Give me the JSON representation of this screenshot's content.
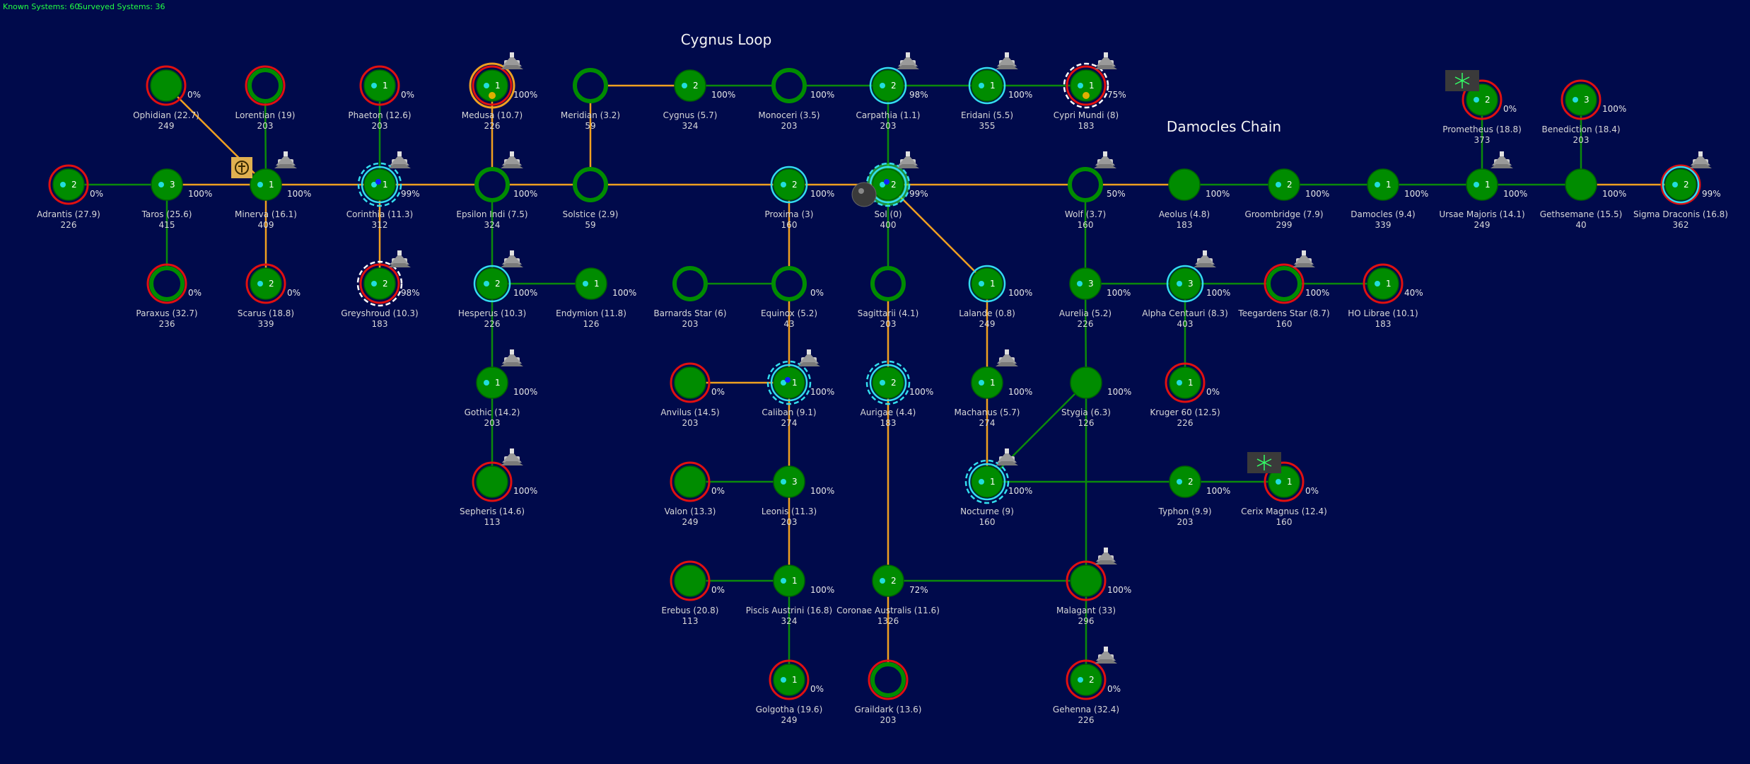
{
  "hud": {
    "known_label": "Known Systems: 60",
    "surveyed_label": "Surveyed Systems: 36"
  },
  "regions": [
    {
      "id": "cygnus-loop",
      "label": "Cygnus Loop"
    },
    {
      "id": "damocles-chain",
      "label": "Damocles Chain"
    }
  ],
  "colors": {
    "background": "#000a4b",
    "planet": "#008c00",
    "planet_rim": "#006400",
    "ring_hostile": "#e01010",
    "ring_friendly": "#33ddee",
    "ring_owned": "#f0a020",
    "lane_green": "#0b8a0b",
    "lane_orange": "#f0a020",
    "fleet_dot": "#22dddd"
  },
  "icons": {
    "fleet": "starship-icon",
    "station": "station-icon",
    "facility": "facility-icon",
    "home": "homeworld-icon"
  },
  "systems": [
    {
      "id": "adrantis",
      "label": "Adrantis  (27.9)",
      "pop": "226",
      "count": "2",
      "pct": "0%",
      "ring": "red"
    },
    {
      "id": "taros",
      "label": "Taros  (25.6)",
      "pop": "415",
      "count": "3",
      "pct": "100%"
    },
    {
      "id": "minerva",
      "label": "Minerva  (16.1)",
      "pop": "409",
      "count": "1",
      "pct": "100%",
      "fleet": true
    },
    {
      "id": "corinthia",
      "label": "Corinthia  (11.3)",
      "pop": "312",
      "count": "1",
      "pct": "99%",
      "ring": "dashcyan",
      "fleet": true,
      "bluedot": true
    },
    {
      "id": "epsilon-indi",
      "label": "Epsilon Indi  (7.5)",
      "pop": "324",
      "pct": "100%",
      "hollow": true,
      "fleet": true
    },
    {
      "id": "solstice",
      "label": "Solstice  (2.9)",
      "pop": "59",
      "hollow": true
    },
    {
      "id": "proxima",
      "label": "Proxima  (3)",
      "pop": "160",
      "count": "2",
      "pct": "100%",
      "ring": "cyan"
    },
    {
      "id": "sol",
      "label": "Sol  (0)",
      "pop": "400",
      "count": "2",
      "pct": "99%",
      "ring": "dashcyan",
      "fleet": true,
      "home": true,
      "bluedot": true
    },
    {
      "id": "wolf",
      "label": "Wolf  (3.7)",
      "pop": "160",
      "pct": "50%",
      "hollow": true,
      "fleet": true
    },
    {
      "id": "aeolus",
      "label": "Aeolus  (4.8)",
      "pop": "183",
      "pct": "100%"
    },
    {
      "id": "groombridge",
      "label": "Groombridge  (7.9)",
      "pop": "299",
      "count": "2",
      "pct": "100%"
    },
    {
      "id": "damocles",
      "label": "Damocles  (9.4)",
      "pop": "339",
      "count": "1",
      "pct": "100%"
    },
    {
      "id": "ursae-majoris",
      "label": "Ursae Majoris  (14.1)",
      "pop": "249",
      "count": "1",
      "pct": "100%",
      "fleet": true
    },
    {
      "id": "gethsemane",
      "label": "Gethsemane  (15.5)",
      "pop": "40",
      "pct": "100%"
    },
    {
      "id": "sigma-draconis",
      "label": "Sigma Draconis  (16.8)",
      "pop": "362",
      "count": "2",
      "pct": "99%",
      "ring": "redcyan",
      "fleet": true
    },
    {
      "id": "ophidian",
      "label": "Ophidian  (22.7)",
      "pop": "249",
      "pct": "0%",
      "ring": "red"
    },
    {
      "id": "lorentian",
      "label": "Lorentian  (19)",
      "pop": "203",
      "ring": "red",
      "hollow": true
    },
    {
      "id": "phaeton",
      "label": "Phaeton  (12.6)",
      "pop": "203",
      "count": "1",
      "pct": "0%",
      "ring": "red"
    },
    {
      "id": "medusa",
      "label": "Medusa  (10.7)",
      "pop": "226",
      "count": "1",
      "pct": "100%",
      "ring": "orangered",
      "fleet": true,
      "golddot": true
    },
    {
      "id": "meridian",
      "label": "Meridian  (3.2)",
      "pop": "59",
      "hollow": true
    },
    {
      "id": "cygnus",
      "label": "Cygnus  (5.7)",
      "pop": "324",
      "count": "2",
      "pct": "100%"
    },
    {
      "id": "monoceri",
      "label": "Monoceri  (3.5)",
      "pop": "203",
      "pct": "100%",
      "hollow": true
    },
    {
      "id": "carpathia",
      "label": "Carpathia  (1.1)",
      "pop": "203",
      "count": "2",
      "pct": "98%",
      "ring": "cyan",
      "fleet": true
    },
    {
      "id": "eridani",
      "label": "Eridani  (5.5)",
      "pop": "355",
      "count": "1",
      "pct": "100%",
      "ring": "cyan",
      "fleet": true
    },
    {
      "id": "cypri-mundi",
      "label": "Cypri Mundi  (8)",
      "pop": "183",
      "count": "1",
      "pct": "75%",
      "ring": "redwhite",
      "fleet": true,
      "golddot": true
    },
    {
      "id": "prometheus",
      "label": "Prometheus  (18.8)",
      "pop": "373",
      "count": "2",
      "pct": "0%",
      "ring": "red",
      "station": true
    },
    {
      "id": "benediction",
      "label": "Benediction  (18.4)",
      "pop": "203",
      "count": "3",
      "pct": "100%",
      "ring": "red"
    },
    {
      "id": "paraxus",
      "label": "Paraxus  (32.7)",
      "pop": "236",
      "pct": "0%",
      "ring": "red",
      "hollow": true
    },
    {
      "id": "scarus",
      "label": "Scarus  (18.8)",
      "pop": "339",
      "count": "2",
      "pct": "0%",
      "ring": "red"
    },
    {
      "id": "greyshroud",
      "label": "Greyshroud  (10.3)",
      "pop": "183",
      "count": "2",
      "pct": "98%",
      "ring": "redwhite",
      "fleet": true
    },
    {
      "id": "hesperus",
      "label": "Hesperus  (10.3)",
      "pop": "226",
      "count": "2",
      "pct": "100%",
      "ring": "cyan",
      "fleet": true
    },
    {
      "id": "endymion",
      "label": "Endymion  (11.8)",
      "pop": "126",
      "count": "1",
      "pct": "100%"
    },
    {
      "id": "barnards-star",
      "label": "Barnards Star  (6)",
      "pop": "203",
      "hollow": true
    },
    {
      "id": "equinox",
      "label": "Equinox  (5.2)",
      "pop": "43",
      "pct": "0%",
      "hollow": true
    },
    {
      "id": "sagittarii",
      "label": "Sagittarii  (4.1)",
      "pop": "203",
      "hollow": true
    },
    {
      "id": "lalande",
      "label": "Lalande  (0.8)",
      "pop": "249",
      "count": "1",
      "pct": "100%",
      "ring": "cyan"
    },
    {
      "id": "aurelia",
      "label": "Aurelia  (5.2)",
      "pop": "226",
      "count": "3",
      "pct": "100%"
    },
    {
      "id": "alpha-centauri",
      "label": "Alpha Centauri  (8.3)",
      "pop": "403",
      "count": "3",
      "pct": "100%",
      "ring": "cyan",
      "fleet": true
    },
    {
      "id": "teegardens-star",
      "label": "Teegardens Star  (8.7)",
      "pop": "160",
      "pct": "100%",
      "ring": "red",
      "hollow": true,
      "fleet": true
    },
    {
      "id": "ho-librae",
      "label": "HO Librae  (10.1)",
      "pop": "183",
      "count": "1",
      "pct": "40%",
      "ring": "red"
    },
    {
      "id": "gothic",
      "label": "Gothic  (14.2)",
      "pop": "203",
      "count": "1",
      "pct": "100%",
      "fleet": true
    },
    {
      "id": "anvilus",
      "label": "Anvilus  (14.5)",
      "pop": "203",
      "pct": "0%",
      "ring": "red"
    },
    {
      "id": "caliban",
      "label": "Caliban  (9.1)",
      "pop": "274",
      "count": "1",
      "pct": "100%",
      "ring": "dashcyan",
      "fleet": true,
      "bluedot": true
    },
    {
      "id": "aurigae",
      "label": "Aurigae  (4.4)",
      "pop": "183",
      "count": "2",
      "pct": "100%",
      "ring": "dashcyan"
    },
    {
      "id": "machanus",
      "label": "Machanus  (5.7)",
      "pop": "274",
      "count": "1",
      "pct": "100%",
      "fleet": true
    },
    {
      "id": "stygia",
      "label": "Stygia  (6.3)",
      "pop": "126",
      "pct": "100%"
    },
    {
      "id": "kruger-60",
      "label": "Kruger 60  (12.5)",
      "pop": "226",
      "count": "1",
      "pct": "0%",
      "ring": "red"
    },
    {
      "id": "sepheris",
      "label": "Sepheris  (14.6)",
      "pop": "113",
      "pct": "100%",
      "ring": "red",
      "fleet": true
    },
    {
      "id": "valon",
      "label": "Valon  (13.3)",
      "pop": "249",
      "pct": "0%",
      "ring": "red"
    },
    {
      "id": "leonis",
      "label": "Leonis  (11.3)",
      "pop": "203",
      "count": "3",
      "pct": "100%"
    },
    {
      "id": "nocturne",
      "label": "Nocturne  (9)",
      "pop": "160",
      "count": "1",
      "pct": "100%",
      "ring": "dashcyan",
      "fleet": true
    },
    {
      "id": "typhon",
      "label": "Typhon  (9.9)",
      "pop": "203",
      "count": "2",
      "pct": "100%"
    },
    {
      "id": "cerix-magnus",
      "label": "Cerix Magnus  (12.4)",
      "pop": "160",
      "count": "1",
      "pct": "0%",
      "ring": "red",
      "station": true
    },
    {
      "id": "erebus",
      "label": "Erebus  (20.8)",
      "pop": "113",
      "pct": "0%",
      "ring": "red"
    },
    {
      "id": "piscis-austrini",
      "label": "Piscis Austrini  (16.8)",
      "pop": "324",
      "count": "1",
      "pct": "100%"
    },
    {
      "id": "coronae-australis",
      "label": "Coronae Australis  (11.6)",
      "pop": "1326",
      "count": "2",
      "pct": "72%"
    },
    {
      "id": "malagant",
      "label": "Malagant  (33)",
      "pop": "296",
      "pct": "100%",
      "ring": "red",
      "fleet": true
    },
    {
      "id": "golgotha",
      "label": "Golgotha  (19.6)",
      "pop": "249",
      "count": "1",
      "pct": "0%",
      "ring": "red"
    },
    {
      "id": "graildark",
      "label": "Graildark  (13.6)",
      "pop": "203",
      "ring": "red",
      "hollow": true
    },
    {
      "id": "gehenna",
      "label": "Gehenna  (32.4)",
      "pop": "226",
      "count": "2",
      "pct": "0%",
      "ring": "red",
      "fleet": true
    }
  ],
  "lanes": [
    [
      "adrantis",
      "taros",
      "g"
    ],
    [
      "taros",
      "minerva",
      "o"
    ],
    [
      "minerva",
      "corinthia",
      "o"
    ],
    [
      "corinthia",
      "epsilon-indi",
      "o"
    ],
    [
      "epsilon-indi",
      "solstice",
      "o"
    ],
    [
      "solstice",
      "proxima",
      "o"
    ],
    [
      "proxima",
      "sol",
      "o"
    ],
    [
      "sol",
      "wolf",
      "o"
    ],
    [
      "wolf",
      "aeolus",
      "o"
    ],
    [
      "aeolus",
      "groombridge",
      "g"
    ],
    [
      "groombridge",
      "damocles",
      "g"
    ],
    [
      "damocles",
      "ursae-majoris",
      "g"
    ],
    [
      "ursae-majoris",
      "gethsemane",
      "g"
    ],
    [
      "gethsemane",
      "sigma-draconis",
      "o"
    ],
    [
      "ophidian",
      "minerva",
      "o"
    ],
    [
      "lorentian",
      "minerva",
      "g"
    ],
    [
      "minerva",
      "scarus",
      "o"
    ],
    [
      "taros",
      "paraxus",
      "g"
    ],
    [
      "phaeton",
      "corinthia",
      "g"
    ],
    [
      "corinthia",
      "greyshroud",
      "o"
    ],
    [
      "medusa",
      "epsilon-indi",
      "o"
    ],
    [
      "meridian",
      "solstice",
      "o"
    ],
    [
      "meridian",
      "cygnus",
      "o"
    ],
    [
      "cygnus",
      "monoceri",
      "g"
    ],
    [
      "monoceri",
      "carpathia",
      "g"
    ],
    [
      "carpathia",
      "eridani",
      "g"
    ],
    [
      "eridani",
      "cypri-mundi",
      "g"
    ],
    [
      "carpathia",
      "sol",
      "g"
    ],
    [
      "prometheus",
      "ursae-majoris",
      "g"
    ],
    [
      "benediction",
      "gethsemane",
      "g"
    ],
    [
      "epsilon-indi",
      "hesperus",
      "g"
    ],
    [
      "hesperus",
      "endymion",
      "g"
    ],
    [
      "hesperus",
      "gothic",
      "g"
    ],
    [
      "gothic",
      "sepheris",
      "g"
    ],
    [
      "proxima",
      "equinox",
      "o"
    ],
    [
      "barnards-star",
      "equinox",
      "g"
    ],
    [
      "equinox",
      "caliban",
      "o"
    ],
    [
      "anvilus",
      "caliban",
      "o"
    ],
    [
      "caliban",
      "leonis",
      "o"
    ],
    [
      "valon",
      "leonis",
      "g"
    ],
    [
      "leonis",
      "piscis-austrini",
      "o"
    ],
    [
      "erebus",
      "piscis-austrini",
      "g"
    ],
    [
      "piscis-austrini",
      "golgotha",
      "g"
    ],
    [
      "sol",
      "sagittarii",
      "g"
    ],
    [
      "sagittarii",
      "aurigae",
      "o"
    ],
    [
      "aurigae",
      "coronae-australis",
      "o"
    ],
    [
      "coronae-australis",
      "graildark",
      "o"
    ],
    [
      "coronae-australis",
      "malagant",
      "g"
    ],
    [
      "sol",
      "lalande",
      "o"
    ],
    [
      "lalande",
      "machanus",
      "o"
    ],
    [
      "machanus",
      "nocturne",
      "o"
    ],
    [
      "wolf",
      "aurelia",
      "g"
    ],
    [
      "aurelia",
      "alpha-centauri",
      "g"
    ],
    [
      "alpha-centauri",
      "teegardens-star",
      "g"
    ],
    [
      "teegardens-star",
      "ho-librae",
      "g"
    ],
    [
      "alpha-centauri",
      "kruger-60",
      "g"
    ],
    [
      "aurelia",
      "stygia",
      "g"
    ],
    [
      "stygia",
      "nocturne",
      "g"
    ],
    [
      "stygia",
      "malagant",
      "g"
    ],
    [
      "nocturne",
      "typhon",
      "g"
    ],
    [
      "typhon",
      "cerix-magnus",
      "g"
    ],
    [
      "malagant",
      "gehenna",
      "g"
    ]
  ]
}
